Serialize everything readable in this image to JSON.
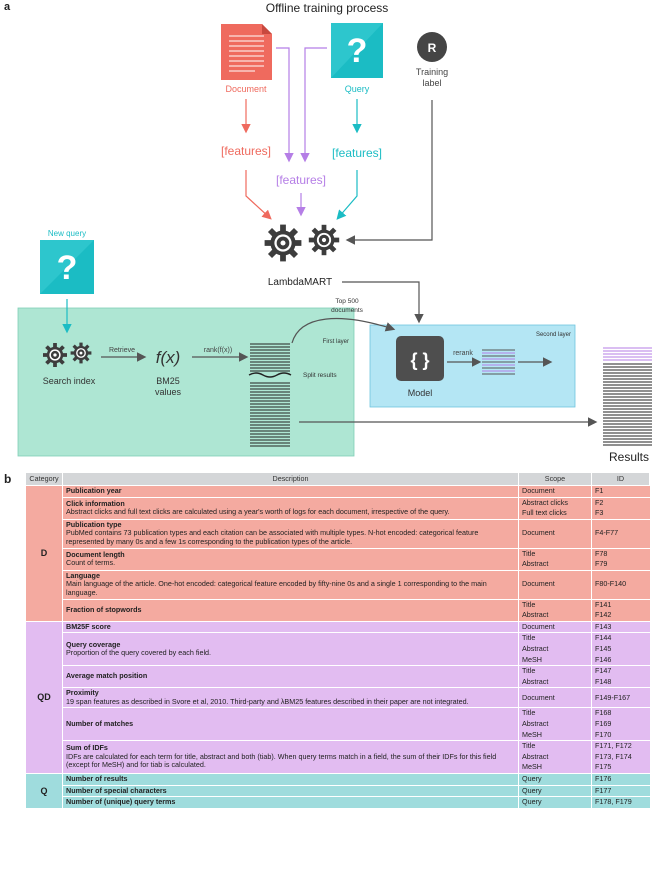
{
  "panel_a_letter": "a",
  "panel_b_letter": "b",
  "diagram": {
    "title": "Offline training process",
    "document_label": "Document",
    "query_label": "Query",
    "training_badge": "R",
    "training_label_line1": "Training",
    "training_label_line2": "label",
    "features_doc": "[features]",
    "features_mid": "[features]",
    "features_query": "[features]",
    "lambdamart_label": "LambdaMART",
    "new_query_label": "New query",
    "search_index_label": "Search index",
    "retrieve_label": "Retrieve",
    "fx_label": "f(x)",
    "bm25_line1": "BM25",
    "bm25_line2": "values",
    "rank_label": "rank(f(x))",
    "first_layer_label": "First layer",
    "split_results_label": "Split results",
    "top500_line1": "Top 500",
    "top500_line2": "documents",
    "second_layer_label": "Second layer",
    "model_icon": "{ }",
    "model_label": "Model",
    "rerank_label": "rerank",
    "results_label": "Results",
    "colors": {
      "document": "#ef6a5e",
      "query": "#1bbcc4",
      "purple": "#b57ee6",
      "first_layer_bg": "#aee6d3",
      "second_layer_bg": "#b4e6f4"
    }
  },
  "table": {
    "headers": [
      "Category",
      "Description",
      "Scope",
      "ID"
    ],
    "cat_d": "D",
    "cat_qd": "QD",
    "cat_q": "Q",
    "rows": [
      {
        "group": "d",
        "name": "Publication year",
        "desc": "",
        "scope": "Document",
        "id": "F1"
      },
      {
        "group": "d",
        "name": "Click information",
        "desc": "Abstract clicks and full text clicks are calculated using a year's worth of logs for each document, irrespective of the query.",
        "scope": "Abstract clicks",
        "id": "F2",
        "scope2": "Full text clicks",
        "id2": "F3"
      },
      {
        "group": "d",
        "name": "Publication type",
        "desc": "PubMed contains 73 publication types and each citation can be associated with multiple types. N-hot encoded: categorical feature represented by many 0s and a few 1s corresponding to the publication types of the article.",
        "scope": "Document",
        "id": "F4-F77"
      },
      {
        "group": "d",
        "name": "Document length",
        "desc": "Count of terms.",
        "scope": "Title",
        "id": "F78",
        "scope2": "Abstract",
        "id2": "F79"
      },
      {
        "group": "d",
        "name": "Language",
        "desc": "Main language of the article. One-hot encoded: categorical feature encoded by fifty-nine 0s and a single 1 corresponding to the main language.",
        "scope": "Document",
        "id": "F80-F140"
      },
      {
        "group": "d",
        "name": "Fraction of stopwords",
        "desc": "",
        "scope": "Title",
        "id": "F141",
        "scope2": "Abstract",
        "id2": "F142"
      },
      {
        "group": "qd",
        "name": "BM25F score",
        "desc": "",
        "scope": "Document",
        "id": "F143"
      },
      {
        "group": "qd",
        "name": "Query coverage",
        "desc": "Proportion of the query covered by each field.",
        "scope": "Title",
        "id": "F144",
        "scope2": "Abstract",
        "id2": "F145",
        "scope3": "MeSH",
        "id3": "F146"
      },
      {
        "group": "qd",
        "name": "Average match position",
        "desc": "",
        "scope": "Title",
        "id": "F147",
        "scope2": "Abstract",
        "id2": "F148"
      },
      {
        "group": "qd",
        "name": "Proximity",
        "desc": "19 span features as described in Svore et al, 2010. Third-party and λBM25 features described in their paper are not integrated.",
        "scope": "Document",
        "id": "F149-F167"
      },
      {
        "group": "qd",
        "name": "Number of matches",
        "desc": "",
        "scope": "Title",
        "id": "F168",
        "scope2": "Abstract",
        "id2": "F169",
        "scope3": "MeSH",
        "id3": "F170"
      },
      {
        "group": "qd",
        "name": "Sum of IDFs",
        "desc": "IDFs are calculated for each term for title, abstract and both (tiab). When query terms match in a field, the sum of their IDFs for this field (except for MeSH) and for tiab is calculated.",
        "scope": "Title",
        "id": "F171, F172",
        "scope2": "Abstract",
        "id2": "F173, F174",
        "scope3": "MeSH",
        "id3": "F175"
      },
      {
        "group": "q",
        "name": "Number of results",
        "desc": "",
        "scope": "Query",
        "id": "F176"
      },
      {
        "group": "q",
        "name": "Number of special characters",
        "desc": "",
        "scope": "Query",
        "id": "F177"
      },
      {
        "group": "q",
        "name": "Number of (unique) query terms",
        "desc": "",
        "scope": "Query",
        "id": "F178, F179"
      }
    ]
  }
}
